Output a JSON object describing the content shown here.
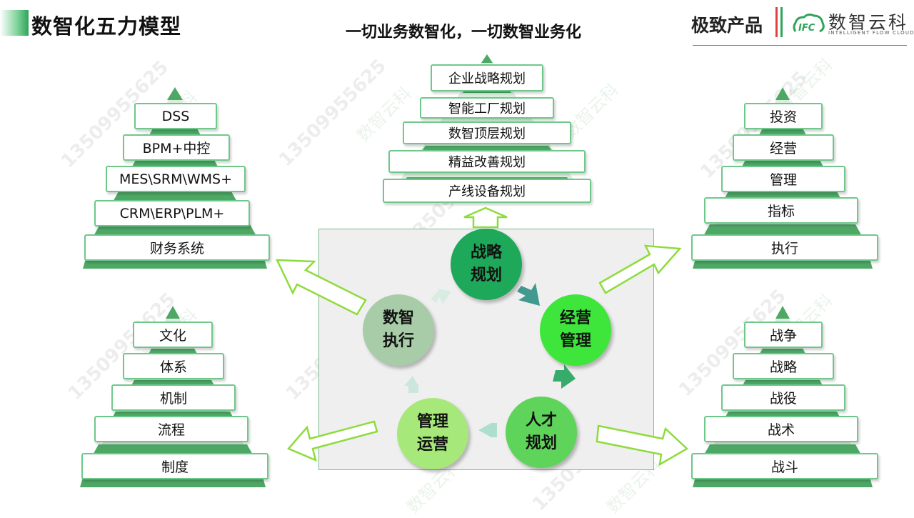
{
  "header": {
    "title": "数智化五力模型",
    "slogan": "一切业务数智化，一切数智业务化",
    "product": "极致产品",
    "brand_name": "数智云科",
    "brand_sub": "INTELLIGENT FLOW CLOUD",
    "logo_text": "IFC"
  },
  "watermark": {
    "phone": "13509955625",
    "brand": "数智云科"
  },
  "center": {
    "strategy": [
      "战略",
      "规划"
    ],
    "operation": [
      "经营",
      "管理"
    ],
    "talent": [
      "人才",
      "规划"
    ],
    "management": [
      "管理",
      "运营"
    ],
    "execution": [
      "数智",
      "执行"
    ]
  },
  "pyramids": {
    "top": [
      "企业战略规划",
      "智能工厂规划",
      "数智顶层规划",
      "精益改善规划",
      "产线设备规划"
    ],
    "left_top": [
      "DSS",
      "BPM+中控",
      "MES\\SRM\\WMS+",
      "CRM\\ERP\\PLM+",
      "财务系统"
    ],
    "right_top": [
      "投资",
      "经营",
      "管理",
      "指标",
      "执行"
    ],
    "left_bottom": [
      "文化",
      "体系",
      "机制",
      "流程",
      "制度"
    ],
    "right_bottom": [
      "战争",
      "战略",
      "战役",
      "战术",
      "战斗"
    ]
  },
  "colors": {
    "pyramid_light": "#dbeedd",
    "pyramid_dark": "#4ea865",
    "box_border": "#6ec88a",
    "arrow_stroke": "#8ddc3c",
    "strategy": "#1ea85a",
    "operation": "#3ee63c",
    "talent": "#5fd45a",
    "management": "#a6e87a",
    "execution": "#a9cca8"
  }
}
